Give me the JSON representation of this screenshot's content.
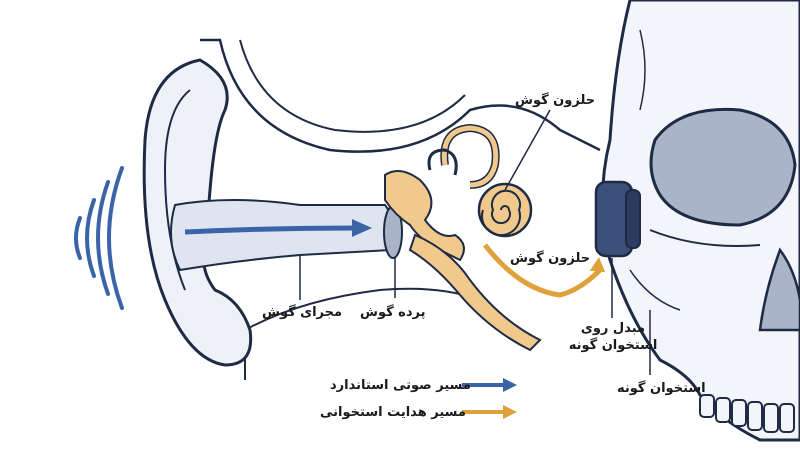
{
  "labels": {
    "cochlea_top": "حلزون گوش",
    "cochlea_mid": "حلزون گوش",
    "ear_canal": "مجرای گوش",
    "eardrum": "پرده گوش",
    "transducer_line1": "مبدل روی",
    "transducer_line2": "استخوان گونه",
    "cheekbone": "استخوان گونه"
  },
  "legend": {
    "standard_path": "مسیر صوتی استاندارد",
    "bone_path": "مسیر هدایت استخوانی"
  },
  "colors": {
    "standard_path": "#3a63a8",
    "bone_path": "#e0a13a",
    "outline": "#1e2b45",
    "skull_fill": "#f3f5fa",
    "skull_shade": "#aab4c8",
    "bone_fill": "#f2c98c",
    "canal_fill": "#dfe5f0",
    "transducer": "#3a4f7a"
  }
}
